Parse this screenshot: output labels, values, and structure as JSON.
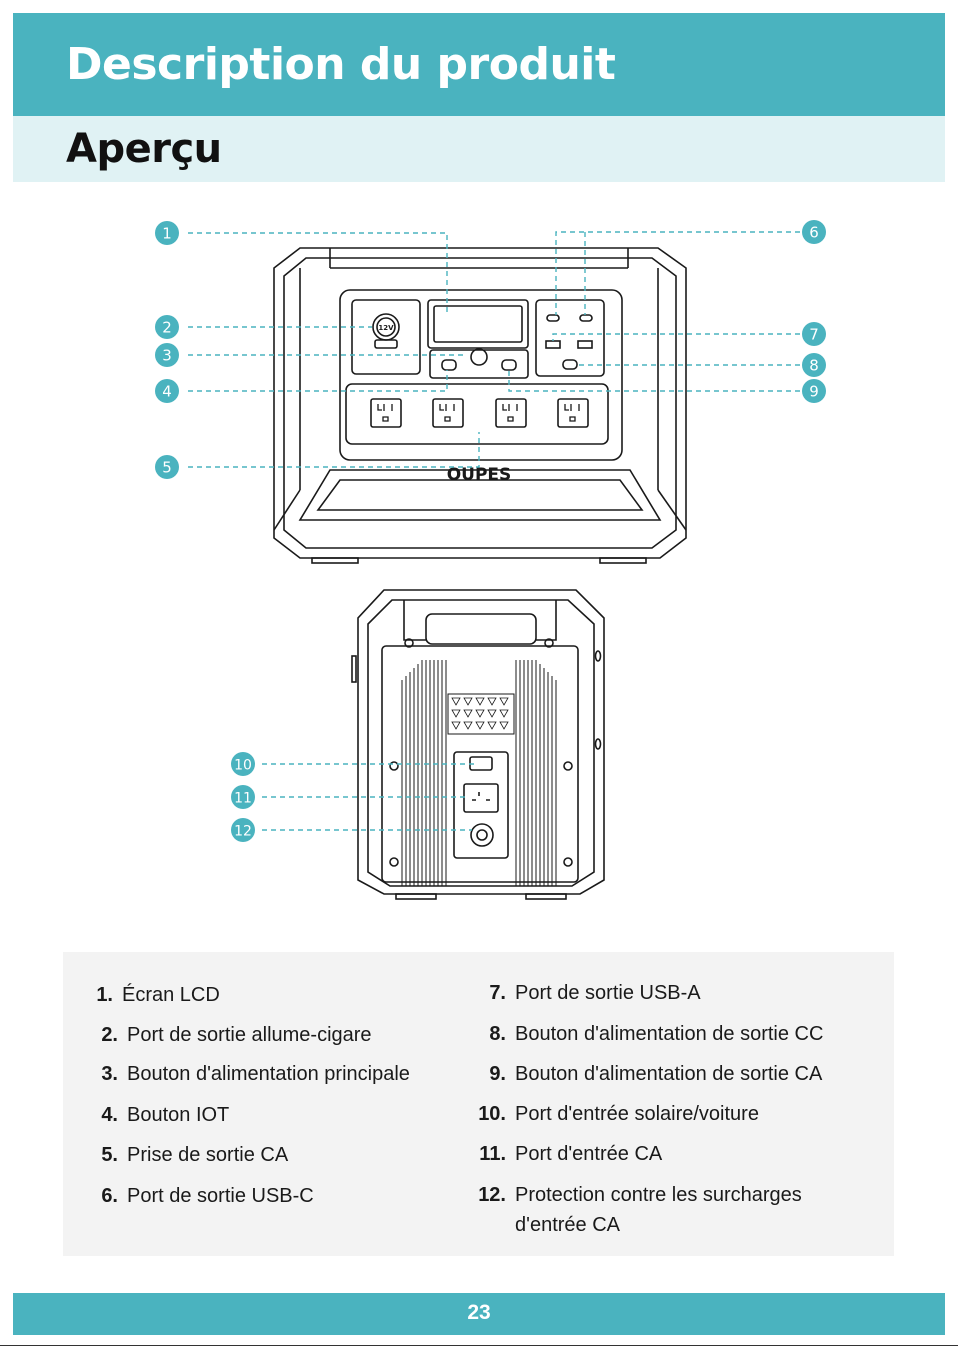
{
  "header": {
    "title": "Description du produit",
    "subtitle": "Aperçu"
  },
  "diagram": {
    "brand": "OUPES",
    "car_port_label": "12V",
    "callouts": [
      "1",
      "2",
      "3",
      "4",
      "5",
      "6",
      "7",
      "8",
      "9",
      "10",
      "11",
      "12"
    ]
  },
  "legend": {
    "items": [
      {
        "num": "1.",
        "text": "Écran LCD"
      },
      {
        "num": "2.",
        "text": "Port de sortie allume-cigare"
      },
      {
        "num": "3.",
        "text": "Bouton d'alimentation principale"
      },
      {
        "num": "4.",
        "text": "Bouton IOT"
      },
      {
        "num": "5.",
        "text": "Prise de sortie CA"
      },
      {
        "num": "6.",
        "text": "Port de sortie USB-C"
      },
      {
        "num": "7.",
        "text": "Port de sortie USB-A"
      },
      {
        "num": "8.",
        "text": "Bouton d'alimentation de sortie CC"
      },
      {
        "num": "9.",
        "text": "Bouton d'alimentation de sortie CA"
      },
      {
        "num": "10.",
        "text": "Port d'entrée solaire/voiture"
      },
      {
        "num": "11.",
        "text": "Port d'entrée CA"
      },
      {
        "num": "12.",
        "text": "Protection contre les surcharges"
      },
      {
        "num": "",
        "text": "d'entrée CA"
      }
    ]
  },
  "footer": {
    "page_number": "23"
  },
  "colors": {
    "accent": "#4ab3bf",
    "accent_light": "#e0f2f4",
    "legend_bg": "#f3f3f3"
  }
}
